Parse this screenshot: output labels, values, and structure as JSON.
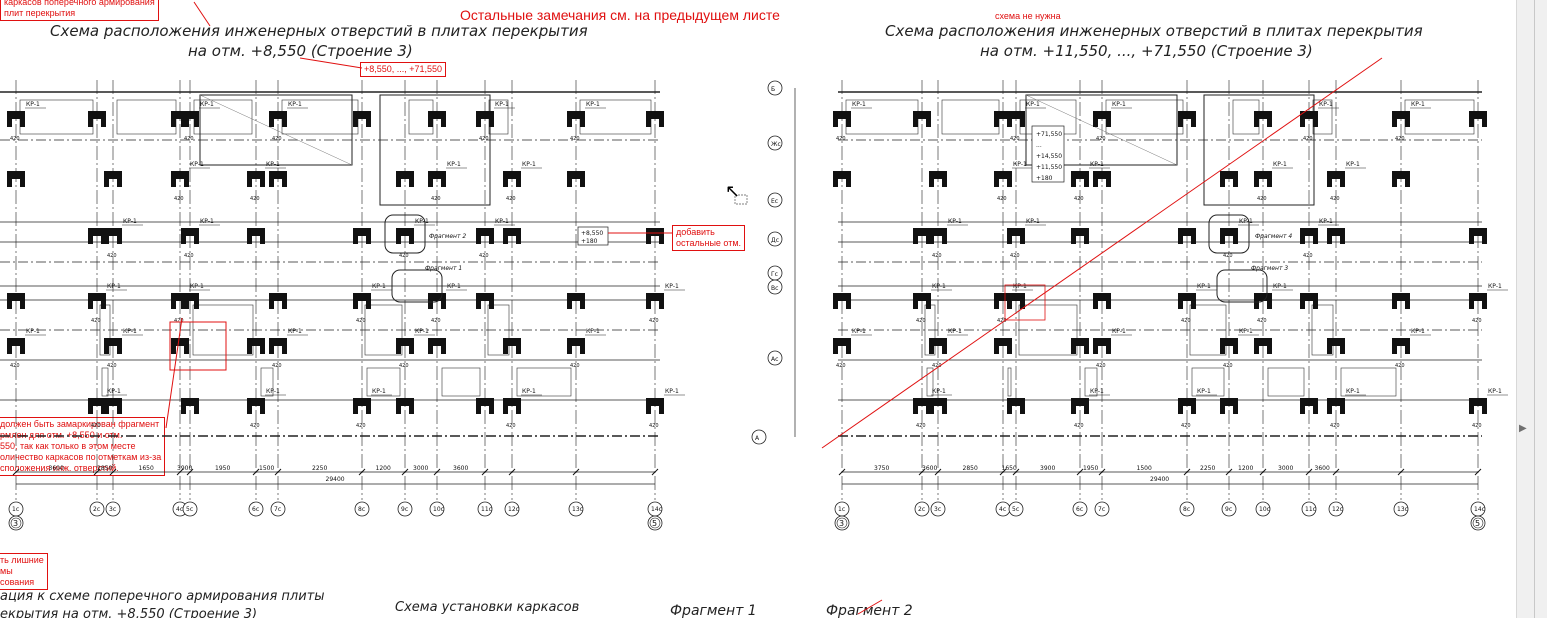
{
  "left_plan": {
    "title_line1": "Схема расположения инженерных отверстий в плитах перекрытия",
    "title_line2": "на отм. +8,550 (Строение 3)",
    "axes": [
      "1с",
      "2с",
      "3с",
      "4с",
      "5с",
      "6с",
      "7с",
      "8с",
      "9с",
      "10с",
      "11с",
      "12с",
      "13с",
      "14с"
    ],
    "axis_circle_left": "3",
    "axis_circle_right": "5",
    "fragment_labels": [
      "Фрагмент 2",
      "Фрагмент 1"
    ],
    "elevation_box": "+8,550\n+180"
  },
  "right_plan": {
    "title_line1": "Схема расположения инженерных отверстий в плитах перекрытия",
    "title_line2": "на отм. +11,550, ..., +71,550 (Строение 3)",
    "axes": [
      "1с",
      "2с",
      "3с",
      "4с",
      "5с",
      "6с",
      "7с",
      "8с",
      "9с",
      "10с",
      "11с",
      "12с",
      "13с",
      "14с"
    ],
    "row_axes": [
      "Б",
      "Жс",
      "Ес",
      "Дс",
      "Гс",
      "Вс",
      "А",
      "Ас"
    ],
    "axis_circle_left": "3",
    "axis_circle_right": "5",
    "fragment_labels": [
      "Фрагмент 4",
      "Фрагмент 3"
    ],
    "elevation_list": [
      "+71,550",
      "...",
      "+14,550",
      "+11,550",
      "+180"
    ]
  },
  "annotations": {
    "top_left_box": "каркасов поперечного армирования\nплит перекрытия",
    "remark_main": "Остальные замечания см. на предыдущем листе",
    "remark_not_needed": "схема не нужна",
    "elevation_range_box": "+8,550, ..., +71,550",
    "add_elevations_box": "добавить\nостальные отм.",
    "fragment_box": "должен быть замаркирован фрагмент\nрмлен для отм. +8,550 и отм.\n550, так как только в этом месте\nоличество каркасов по отметкам из-за\nсположения инж. отверстий.",
    "bottom_left_box": "ть лишние\nмы\nсования"
  },
  "tag_label": "КР-1",
  "dims_left": [
    "3600",
    "2850",
    "1650",
    "3900",
    "1950",
    "1500",
    "2250",
    "1200",
    "3000",
    "3600"
  ],
  "dims_right": [
    "3750",
    "3600",
    "2850",
    "1650",
    "3900",
    "1950",
    "1500",
    "2250",
    "1200",
    "3000",
    "3600"
  ],
  "dims_total": "29400",
  "bottom": {
    "caption1": "ация к схеме поперечного армирования плиты",
    "caption1b": "екрытия на отм. +8,550 (Строение 3)",
    "caption2": "Схема установки каркасов",
    "caption3": "Фрагмент 1",
    "caption4": "Фрагмент 2"
  },
  "colors": {
    "markup": "#e01010",
    "ink": "#111111"
  }
}
